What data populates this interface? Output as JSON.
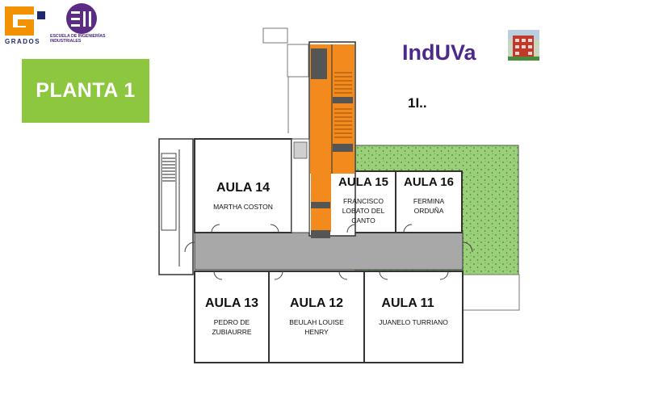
{
  "header": {
    "grados_label": "GRADOS",
    "school_label": "ESCUELA DE INGENIERÍAS INDUSTRIALES",
    "brand_title": "IndUVa"
  },
  "badge": {
    "label": "PLANTA 1"
  },
  "floor_code": "1I..",
  "colors": {
    "badge_green": "#8dc63f",
    "stairs_orange": "#f28a1e",
    "corridor_gray": "#a8a8a8",
    "garden_green": "#9ccf7a",
    "brand_purple": "#4b2a8a",
    "logo_orange": "#f39200"
  },
  "rooms": [
    {
      "title": "AULA 14",
      "name": "MARTHA COSTON"
    },
    {
      "title": "AULA 15",
      "name": "FRANCISCO LOBATO DEL CANTO"
    },
    {
      "title": "AULA 16",
      "name": "FERMINA ORDUÑA"
    },
    {
      "title": "AULA 13",
      "name": "PEDRO DE ZUBIAURRE"
    },
    {
      "title": "AULA 12",
      "name": "BEULAH LOUISE HENRY"
    },
    {
      "title": "AULA 11",
      "name": "JUANELO TURRIANO"
    }
  ]
}
